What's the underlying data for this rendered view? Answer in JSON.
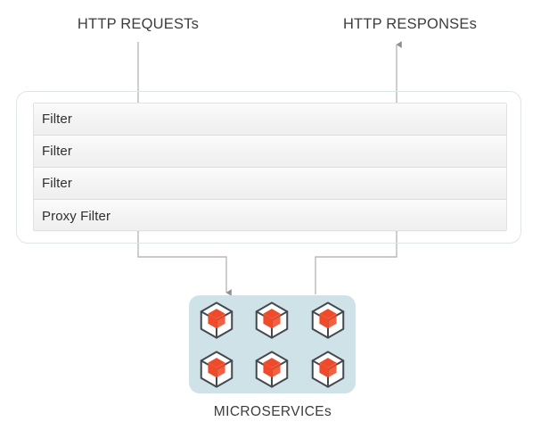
{
  "diagram": {
    "title_requests": "HTTP REQUESTs",
    "title_responses": "HTTP RESPONSEs",
    "microservices_label": "MICROSERVICEs",
    "gateway": {
      "filters": [
        {
          "label": "Filter"
        },
        {
          "label": "Filter"
        },
        {
          "label": "Filter"
        },
        {
          "label": "Proxy Filter"
        }
      ]
    },
    "microservices": {
      "count": 6,
      "icon": "cube-icon",
      "items": [
        {
          "name": "microservice-1"
        },
        {
          "name": "microservice-2"
        },
        {
          "name": "microservice-3"
        },
        {
          "name": "microservice-4"
        },
        {
          "name": "microservice-5"
        },
        {
          "name": "microservice-6"
        }
      ]
    },
    "flows": [
      {
        "name": "request-flow",
        "direction": "down",
        "from": "HTTP REQUESTs",
        "to": "MICROSERVICEs"
      },
      {
        "name": "response-flow",
        "direction": "up",
        "from": "MICROSERVICEs",
        "to": "HTTP RESPONSEs"
      }
    ],
    "colors": {
      "cube_accent": "#ef4a29",
      "cube_outline": "#434a4f",
      "cube_fill": "#ffffff",
      "microservices_bg": "#cfe2e8",
      "panel_border": "#dfe6ea",
      "row_border": "#dcdcdc",
      "text": "#3c3c3c",
      "wire": "#aeb2b5",
      "background": "#ffffff"
    }
  }
}
